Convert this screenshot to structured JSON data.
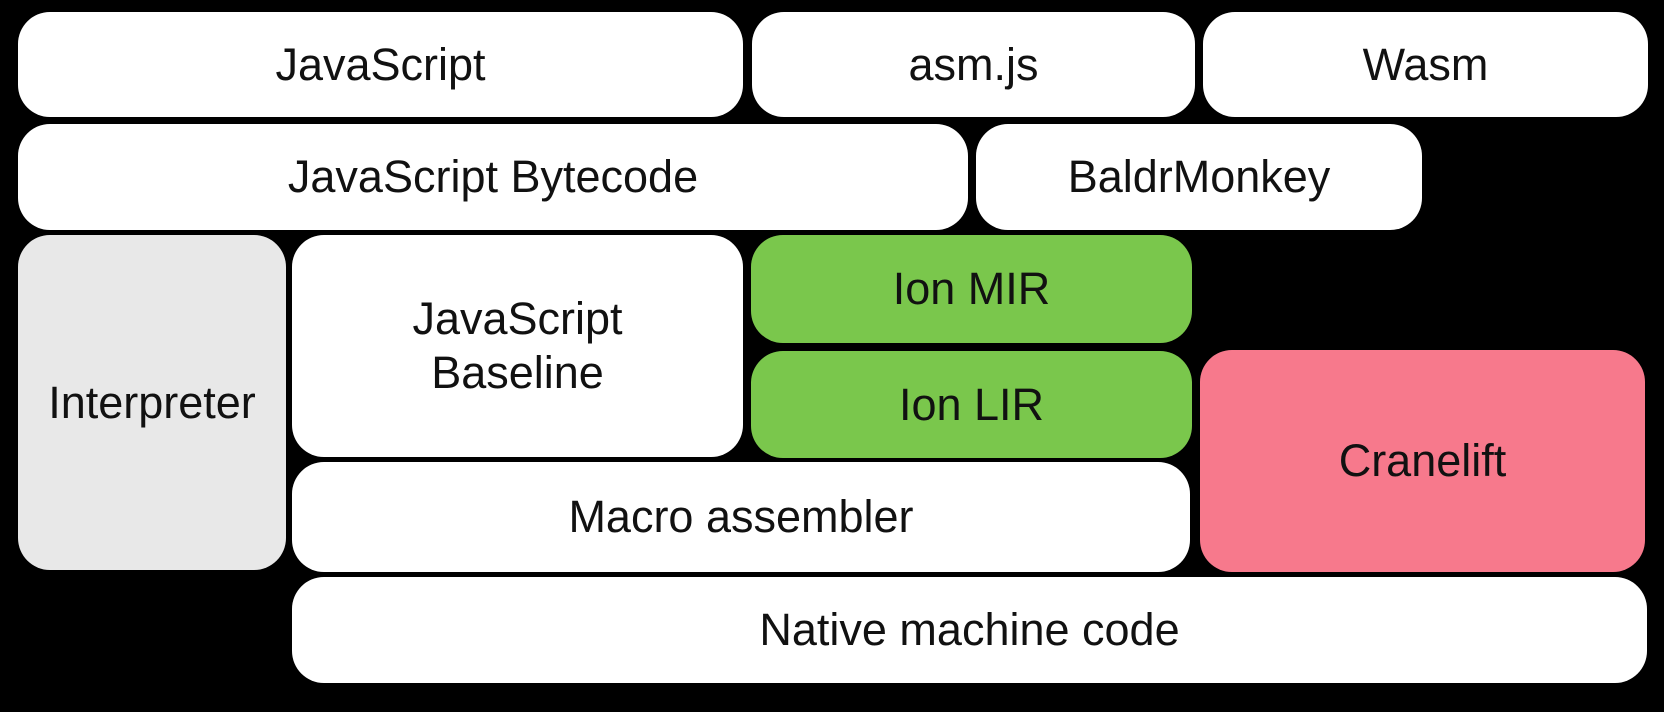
{
  "diagram": {
    "description": "Compiler pipeline block diagram",
    "colors": {
      "background": "#000000",
      "box_white": "#FFFFFF",
      "box_gray": "#E8E8E8",
      "box_green": "#7AC74C",
      "box_pink": "#F7798C",
      "text": "#111111"
    },
    "boxes": [
      {
        "id": "javascript",
        "label": "JavaScript",
        "color": "#FFFFFF"
      },
      {
        "id": "asmjs",
        "label": "asm.js",
        "color": "#FFFFFF"
      },
      {
        "id": "wasm",
        "label": "Wasm",
        "color": "#FFFFFF"
      },
      {
        "id": "javascript-bytecode",
        "label": "JavaScript Bytecode",
        "color": "#FFFFFF"
      },
      {
        "id": "baldrmonkey",
        "label": "BaldrMonkey",
        "color": "#FFFFFF"
      },
      {
        "id": "interpreter",
        "label": "Interpreter",
        "color": "#E8E8E8"
      },
      {
        "id": "javascript-baseline",
        "label": "JavaScript\nBaseline",
        "color": "#FFFFFF"
      },
      {
        "id": "ion-mir",
        "label": "Ion MIR",
        "color": "#7AC74C"
      },
      {
        "id": "ion-lir",
        "label": "Ion LIR",
        "color": "#7AC74C"
      },
      {
        "id": "cranelift",
        "label": "Cranelift",
        "color": "#F7798C"
      },
      {
        "id": "macro-assembler",
        "label": "Macro assembler",
        "color": "#FFFFFF"
      },
      {
        "id": "native-machine-code",
        "label": "Native machine code",
        "color": "#FFFFFF"
      }
    ]
  }
}
